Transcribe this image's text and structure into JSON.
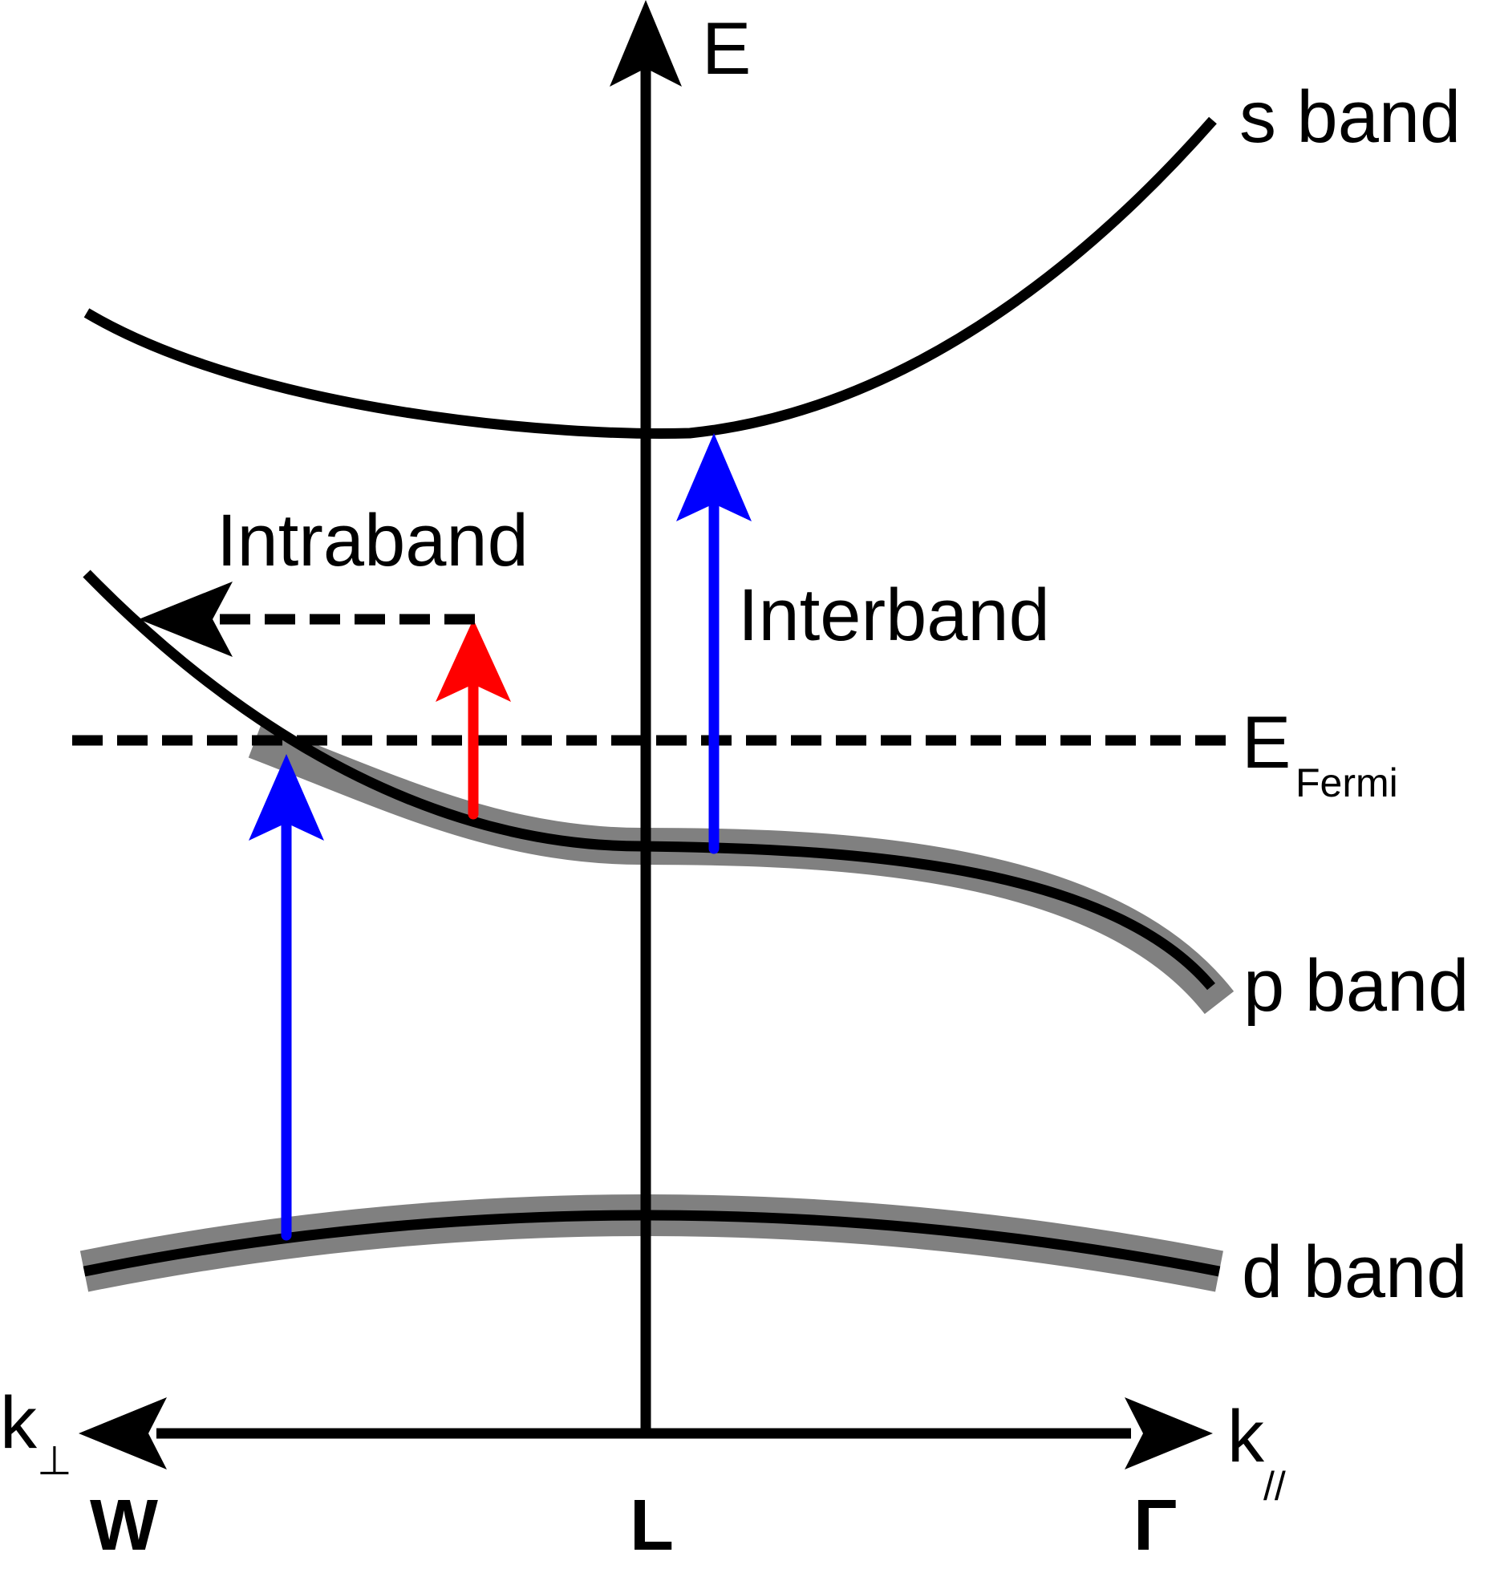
{
  "labels": {
    "energy_axis": "E",
    "s_band": "s band",
    "p_band": "p band",
    "d_band": "d band",
    "fermi_main": "E",
    "fermi_sub": "Fermi",
    "intraband": "Intraband",
    "interband": "Interband",
    "k_perp_main": "k",
    "k_perp_sub": "⊥",
    "k_par_main": "k",
    "k_par_sub": "//",
    "point_w": "W",
    "point_l": "L",
    "point_gamma": "Γ"
  },
  "colors": {
    "axis": "#000000",
    "band": "#000000",
    "band_halo": "#808080",
    "interband_arrow": "#0000ff",
    "intraband_arrow": "#ff0000",
    "fermi_line": "#000000"
  }
}
